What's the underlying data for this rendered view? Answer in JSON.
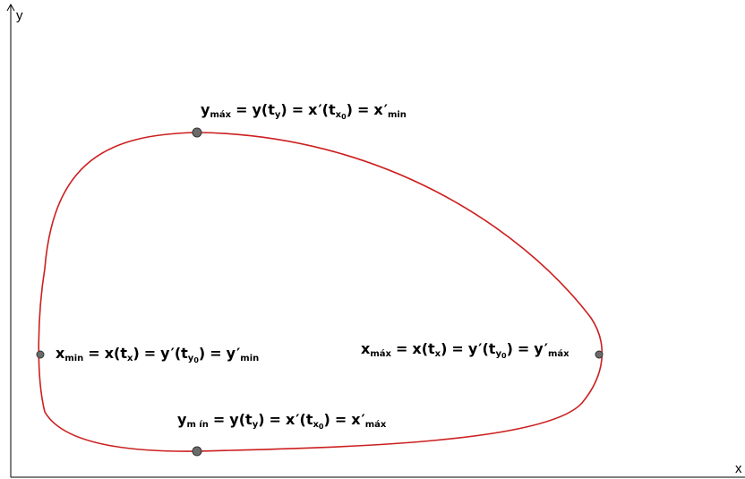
{
  "axes": {
    "x_label": "x",
    "y_label": "y"
  },
  "colors": {
    "curve": "#cc1f1f",
    "point_fill": "#6b6b6b"
  },
  "annotations": {
    "y_max": {
      "lhs": "y",
      "lhs_sub": "máx",
      "f1": "y",
      "t1": "t",
      "t1_sub": "y",
      "f2": "x",
      "t2": "t",
      "t2_sub": "x",
      "t2_subsub": "0",
      "r": "x",
      "r_sub": "min"
    },
    "y_min": {
      "lhs": "y",
      "lhs_sub": "m ín",
      "f1": "y",
      "t1": "t",
      "t1_sub": "y",
      "f2": "x",
      "t2": "t",
      "t2_sub": "x",
      "t2_subsub": "0",
      "r": "x",
      "r_sub": "máx"
    },
    "x_min": {
      "lhs": "x",
      "lhs_sub": "min",
      "f1": "x",
      "t1": "t",
      "t1_sub": "x",
      "f2": "y",
      "t2": "t",
      "t2_sub": "y",
      "t2_subsub": "0",
      "r": "y",
      "r_sub": "min"
    },
    "x_max": {
      "lhs": "x",
      "lhs_sub": "máx",
      "f1": "x",
      "t1": "t",
      "t1_sub": "x",
      "f2": "y",
      "t2": "t",
      "t2_sub": "y",
      "t2_subsub": "0",
      "r": "y",
      "r_sub": "máx"
    }
  }
}
